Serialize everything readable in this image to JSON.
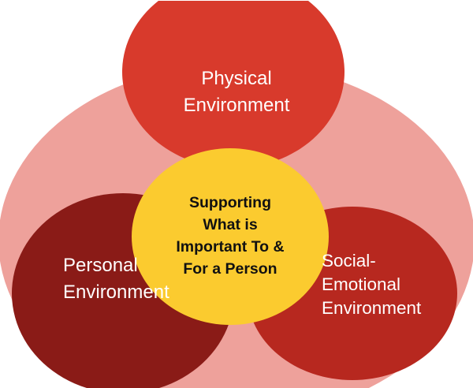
{
  "title": "Supporting What is Important To & For a Person",
  "colors": {
    "outer": "#eea19b",
    "physical": "#d83a2c",
    "personal": "#8a1b17",
    "social": "#b7281f",
    "center": "#fbcb2f"
  },
  "center": {
    "lines": [
      "Supporting",
      "What is",
      "Important To &",
      "For a Person"
    ]
  },
  "circles": {
    "physical": {
      "lines": [
        "Physical",
        "Environment"
      ]
    },
    "personal": {
      "lines": [
        "Personal",
        "Environment"
      ]
    },
    "social": {
      "lines": [
        "Social-",
        "Emotional",
        "Environment"
      ]
    }
  }
}
